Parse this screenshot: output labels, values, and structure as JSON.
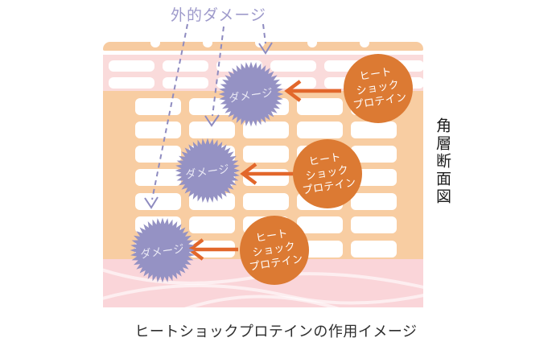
{
  "labels": {
    "external_damage": "外的ダメージ",
    "damage": "ダメージ",
    "hsp": "ヒート\nショック\nプロテイン",
    "side_caption": "角層断面図",
    "bottom_caption": "ヒートショックプロテインの作用イメージ"
  },
  "colors": {
    "surface_orange": "#F7CBA0",
    "epidermis_pink": "#FADBDB",
    "corneum_orange": "#F8CDA2",
    "dermis_pink": "#FAD5D9",
    "cell_white": "#FFFFFF",
    "hsp_orange": "#DC7A33",
    "arrow_orange": "#E2672B",
    "burst_purple": "#9592C4",
    "burst_text": "#E9E8F4",
    "dashed_purple": "#8E8BC0",
    "label_purple": "#9E9ACB",
    "caption_dark": "#2E2E2E"
  }
}
